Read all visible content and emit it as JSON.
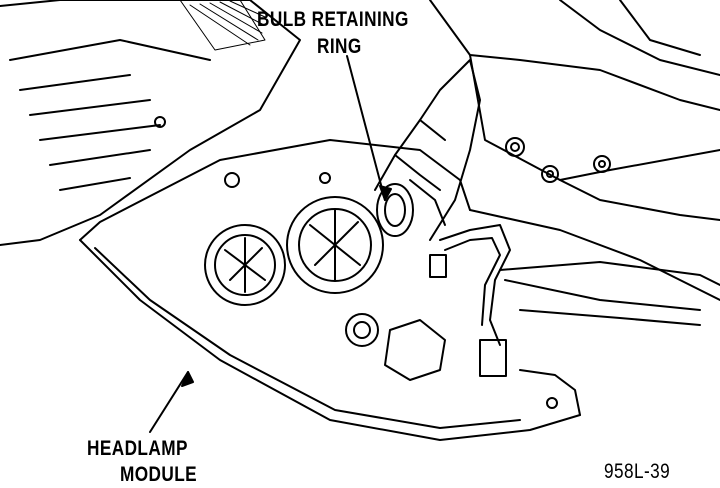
{
  "labels": {
    "bulb_retaining_ring_line1": "BULB RETAINING",
    "bulb_retaining_ring_line2": "RING",
    "headlamp_module_line1": "HEADLAMP",
    "headlamp_module_line2": "MODULE",
    "figure_id": "958L-39"
  },
  "colors": {
    "ink": "#000000",
    "paper": "#ffffff"
  }
}
